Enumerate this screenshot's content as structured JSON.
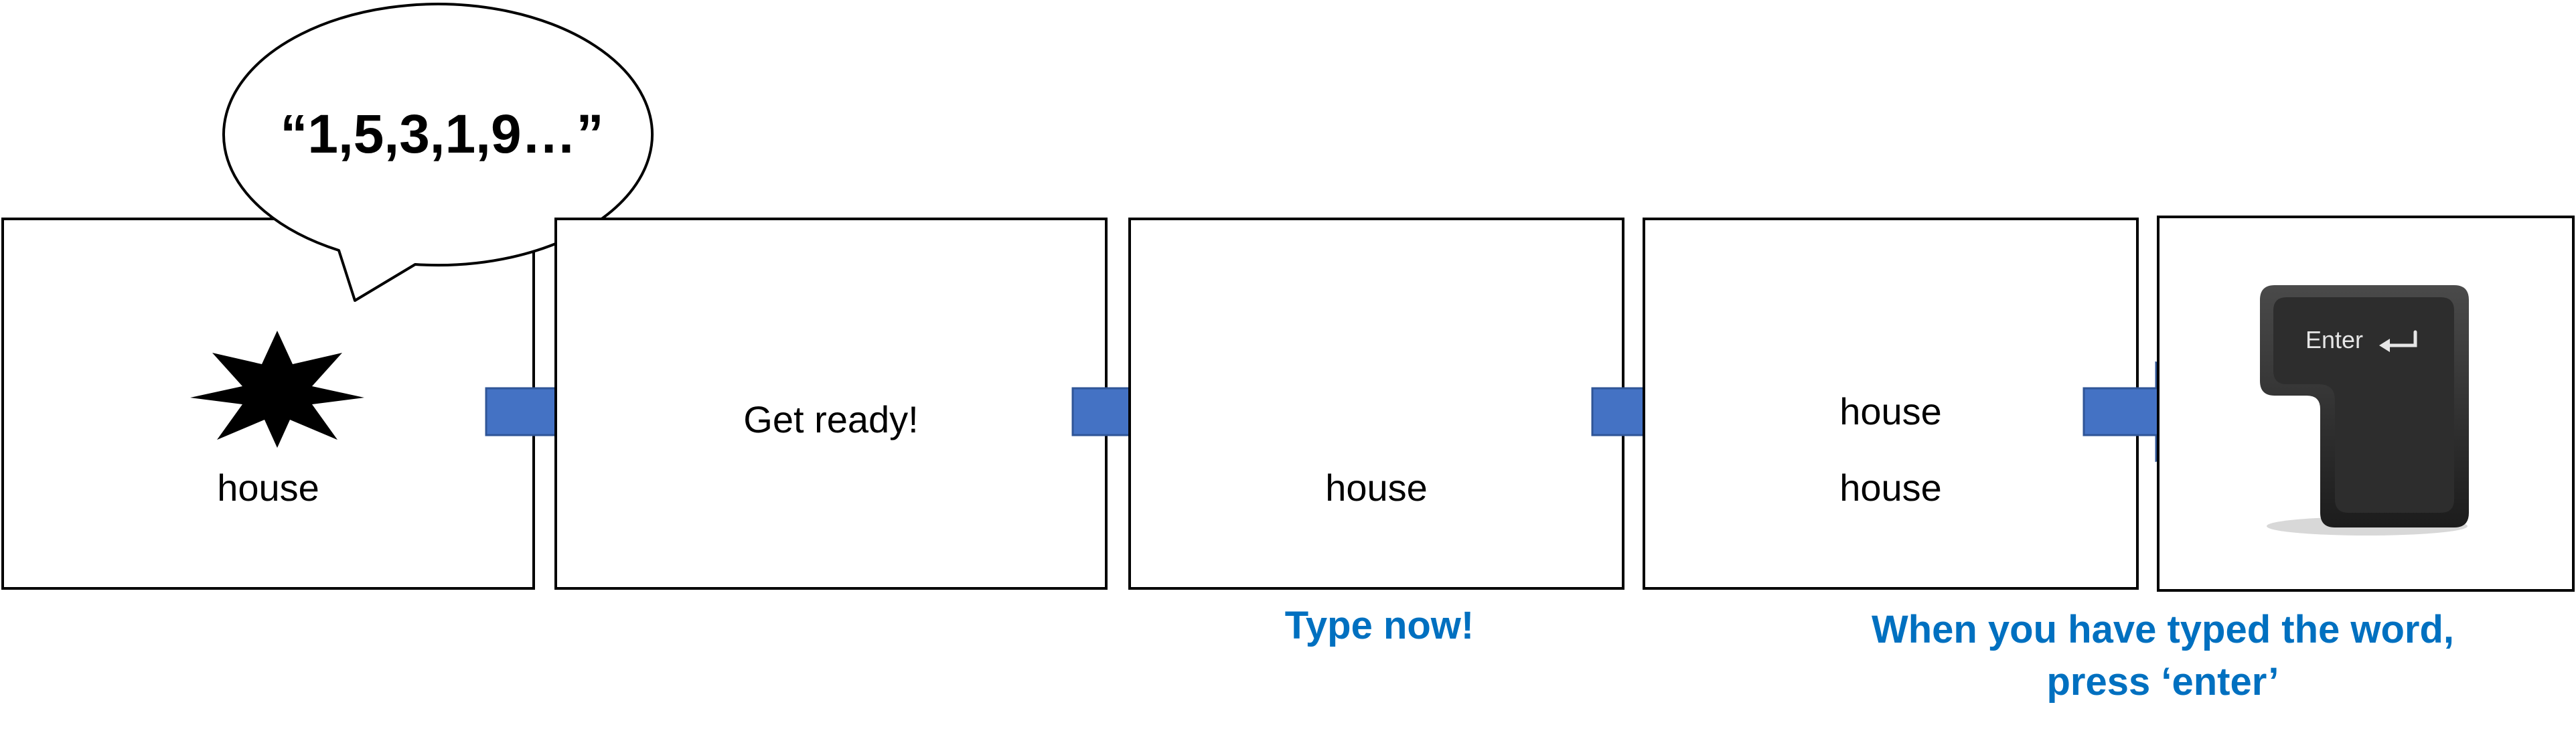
{
  "colors": {
    "arrow_fill": "#4472c4",
    "arrow_stroke": "#2f5597",
    "instruction_text": "#0070c0",
    "frame_border": "#000000"
  },
  "screens": [
    {
      "id": "screen-1",
      "word": "house",
      "icon": "star-burst-icon"
    },
    {
      "id": "screen-2",
      "text": "Get ready!"
    },
    {
      "id": "screen-3",
      "word": "house"
    },
    {
      "id": "screen-4",
      "words": [
        "house",
        "house"
      ]
    },
    {
      "id": "screen-5",
      "icon": "enter-key-icon",
      "key_label": "Enter"
    }
  ],
  "speech_bubble": {
    "text": "“1,5,3,1,9…”"
  },
  "instructions": {
    "type_now": "Type now!",
    "press_enter_line1": "When you have typed the word,",
    "press_enter_line2": "press ‘enter’"
  }
}
